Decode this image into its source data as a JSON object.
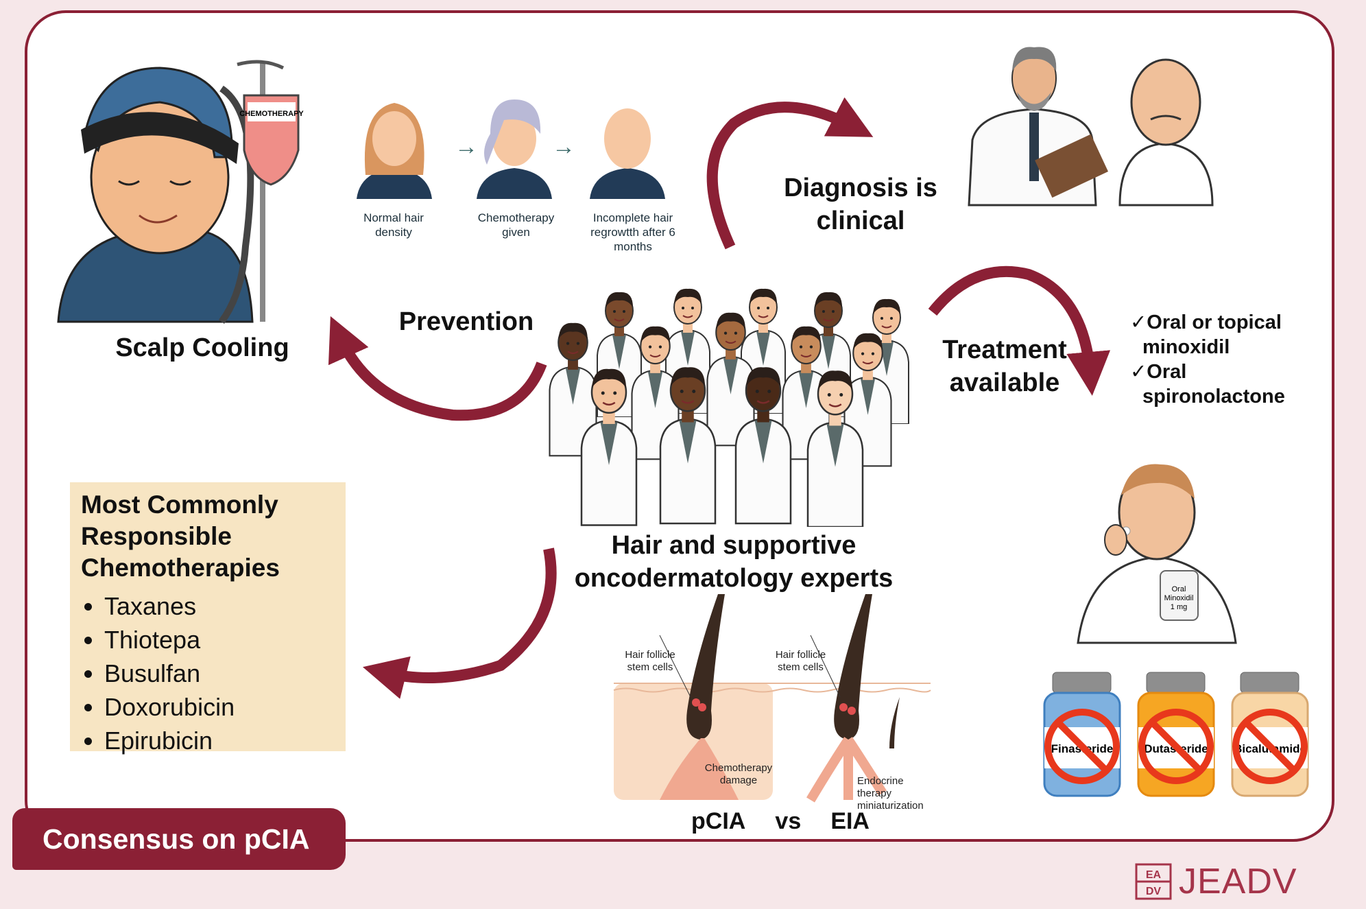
{
  "title_banner": "Consensus on pCIA",
  "publisher_logo": "JEADV",
  "colors": {
    "accent": "#8b2035",
    "background": "#f6e7e9",
    "box": "#f7e5c3",
    "prohibited": "#e8381c"
  },
  "scalp_cooling": {
    "label": "Scalp Cooling",
    "bag_label": "CHEMOTHERAPY"
  },
  "progression": [
    {
      "caption": "Normal hair density"
    },
    {
      "caption": "Chemotherapy given"
    },
    {
      "caption": "Incomplete hair regrowtth after 6 months"
    }
  ],
  "diagnosis": {
    "line1": "Diagnosis is",
    "line2": "clinical"
  },
  "prevention": {
    "label": "Prevention"
  },
  "experts": {
    "line1": "Hair and supportive",
    "line2": "oncodermatology experts"
  },
  "treatment": {
    "line1": "Treatment",
    "line2": "available",
    "options": [
      {
        "line1": "✓Oral or topical",
        "line2": "minoxidil"
      },
      {
        "line1": "✓Oral",
        "line2": "spironolactone"
      }
    ],
    "bottle_label": {
      "line1": "Oral",
      "line2": "Minoxidil",
      "line3": "1 mg"
    }
  },
  "chemotherapies": {
    "title": "Most Commonly Responsible Chemotherapies",
    "items": [
      "Taxanes",
      "Thiotepa",
      "Busulfan",
      "Doxorubicin",
      "Epirubicin"
    ]
  },
  "follicle_diagram": {
    "left_stem_label": "Hair follicle stem cells",
    "right_stem_label": "Hair follicle stem cells",
    "damage_label": "Chemotherapy damage",
    "endocrine_label": "Endocrine therapy miniaturization",
    "left_title": "pCIA",
    "vs": "vs",
    "right_title": "EIA"
  },
  "avoid_drugs": [
    "Finasteride",
    "Dutasteride",
    "Bicalutamide"
  ],
  "avoid_icon": "prohibited-sign-icon"
}
